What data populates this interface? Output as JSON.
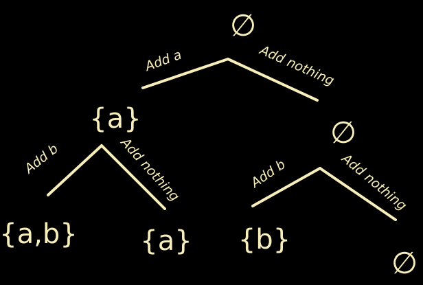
{
  "tree": {
    "root": {
      "label": "∅"
    },
    "level1": {
      "left": {
        "edge_label": "Add a",
        "node_label": "{a}"
      },
      "right": {
        "edge_label": "Add nothing",
        "node_label": "∅"
      }
    },
    "level2": {
      "left_left": {
        "edge_label": "Add b",
        "node_label": "{a,b}"
      },
      "left_right": {
        "edge_label": "Add nothing",
        "node_label": "{a}"
      },
      "right_left": {
        "edge_label": "Add b",
        "node_label": "{b}"
      },
      "right_right": {
        "edge_label": "Add nothing",
        "node_label": "∅"
      }
    }
  },
  "colors": {
    "ink": "#f7eebb",
    "background": "#000000"
  }
}
